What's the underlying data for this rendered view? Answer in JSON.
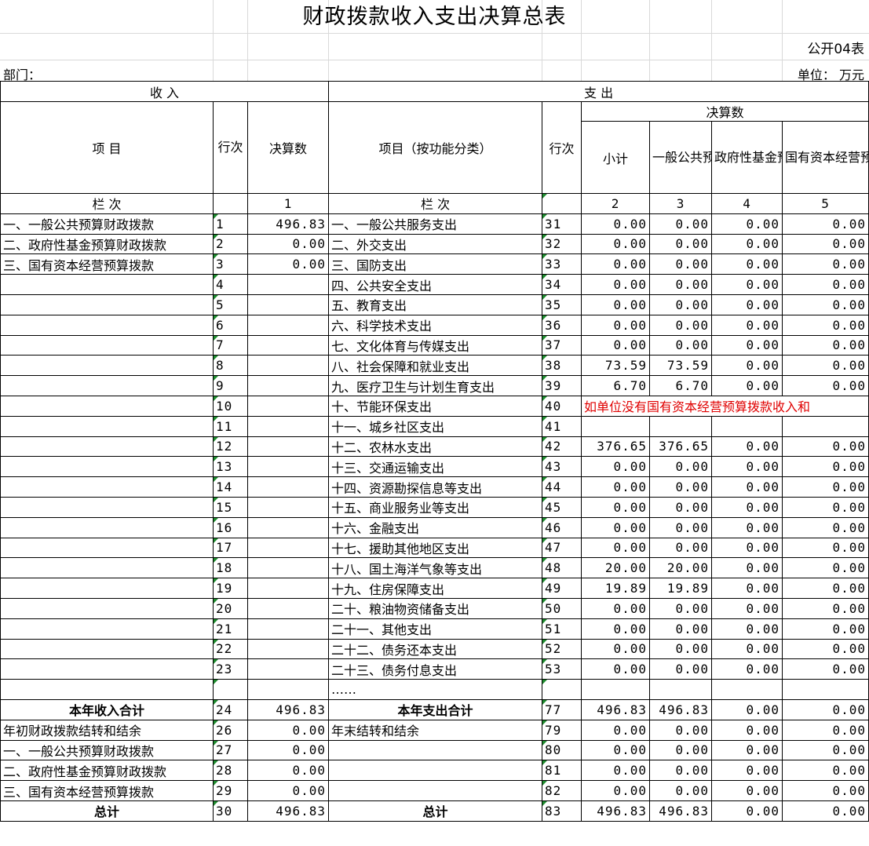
{
  "title": "财政拨款收入支出决算总表",
  "form_no": "公开04表",
  "dept_label": "部门：",
  "unit_label": "单位：  万元",
  "header": {
    "income": "收     入",
    "expense": "支     出",
    "item": "项     目",
    "row_no": "行次",
    "amount": "决算数",
    "item_func": "项目（按功能分类）",
    "row_no2": "行次",
    "budget": "决算数",
    "subtotal": "小计",
    "general": "一般公共预算财政拨款",
    "fund": "政府性基金预算财政拨款",
    "state": "国有资本经营预算拨款",
    "col_label": "栏     次",
    "col_label2": "栏     次",
    "c1": "1",
    "c2": "2",
    "c3": "3",
    "c4": "4",
    "c5": "5"
  },
  "rows": [
    {
      "inc": "一、一般公共预算财政拨款",
      "ino": "1",
      "iamt": "496.83",
      "exp": "一、一般公共服务支出",
      "eno": "31",
      "v2": "0.00",
      "v3": "0.00",
      "v4": "0.00",
      "v5": "0.00"
    },
    {
      "inc": "二、政府性基金预算财政拨款",
      "ino": "2",
      "iamt": "0.00",
      "exp": "二、外交支出",
      "eno": "32",
      "v2": "0.00",
      "v3": "0.00",
      "v4": "0.00",
      "v5": "0.00"
    },
    {
      "inc": "三、国有资本经营预算拨款",
      "ino": "3",
      "iamt": "0.00",
      "exp": "三、国防支出",
      "eno": "33",
      "v2": "0.00",
      "v3": "0.00",
      "v4": "0.00",
      "v5": "0.00"
    },
    {
      "inc": "",
      "ino": "4",
      "iamt": "",
      "exp": "四、公共安全支出",
      "eno": "34",
      "v2": "0.00",
      "v3": "0.00",
      "v4": "0.00",
      "v5": "0.00"
    },
    {
      "inc": "",
      "ino": "5",
      "iamt": "",
      "exp": "五、教育支出",
      "eno": "35",
      "v2": "0.00",
      "v3": "0.00",
      "v4": "0.00",
      "v5": "0.00"
    },
    {
      "inc": "",
      "ino": "6",
      "iamt": "",
      "exp": "六、科学技术支出",
      "eno": "36",
      "v2": "0.00",
      "v3": "0.00",
      "v4": "0.00",
      "v5": "0.00"
    },
    {
      "inc": "",
      "ino": "7",
      "iamt": "",
      "exp": "七、文化体育与传媒支出",
      "eno": "37",
      "v2": "0.00",
      "v3": "0.00",
      "v4": "0.00",
      "v5": "0.00"
    },
    {
      "inc": "",
      "ino": "8",
      "iamt": "",
      "exp": "八、社会保障和就业支出",
      "eno": "38",
      "v2": "73.59",
      "v3": "73.59",
      "v4": "0.00",
      "v5": "0.00"
    },
    {
      "inc": "",
      "ino": "9",
      "iamt": "",
      "exp": "九、医疗卫生与计划生育支出",
      "eno": "39",
      "v2": "6.70",
      "v3": "6.70",
      "v4": "0.00",
      "v5": "0.00"
    },
    {
      "inc": "",
      "ino": "10",
      "iamt": "",
      "exp": "十、节能环保支出",
      "eno": "40",
      "note": "如单位没有国有资本经营预算拨款收入和"
    },
    {
      "inc": "",
      "ino": "11",
      "iamt": "",
      "exp": "十一、城乡社区支出",
      "eno": "41",
      "v2": "",
      "v3": "",
      "v4": "",
      "v5": ""
    },
    {
      "inc": "",
      "ino": "12",
      "iamt": "",
      "exp": "十二、农林水支出",
      "eno": "42",
      "v2": "376.65",
      "v3": "376.65",
      "v4": "0.00",
      "v5": "0.00"
    },
    {
      "inc": "",
      "ino": "13",
      "iamt": "",
      "exp": "十三、交通运输支出",
      "eno": "43",
      "v2": "0.00",
      "v3": "0.00",
      "v4": "0.00",
      "v5": "0.00"
    },
    {
      "inc": "",
      "ino": "14",
      "iamt": "",
      "exp": "十四、资源勘探信息等支出",
      "eno": "44",
      "v2": "0.00",
      "v3": "0.00",
      "v4": "0.00",
      "v5": "0.00"
    },
    {
      "inc": "",
      "ino": "15",
      "iamt": "",
      "exp": "十五、商业服务业等支出",
      "eno": "45",
      "v2": "0.00",
      "v3": "0.00",
      "v4": "0.00",
      "v5": "0.00"
    },
    {
      "inc": "",
      "ino": "16",
      "iamt": "",
      "exp": "十六、金融支出",
      "eno": "46",
      "v2": "0.00",
      "v3": "0.00",
      "v4": "0.00",
      "v5": "0.00"
    },
    {
      "inc": "",
      "ino": "17",
      "iamt": "",
      "exp": "十七、援助其他地区支出",
      "eno": "47",
      "v2": "0.00",
      "v3": "0.00",
      "v4": "0.00",
      "v5": "0.00"
    },
    {
      "inc": "",
      "ino": "18",
      "iamt": "",
      "exp": "十八、国土海洋气象等支出",
      "eno": "48",
      "v2": "20.00",
      "v3": "20.00",
      "v4": "0.00",
      "v5": "0.00"
    },
    {
      "inc": "",
      "ino": "19",
      "iamt": "",
      "exp": "十九、住房保障支出",
      "eno": "49",
      "v2": "19.89",
      "v3": "19.89",
      "v4": "0.00",
      "v5": "0.00"
    },
    {
      "inc": "",
      "ino": "20",
      "iamt": "",
      "exp": "二十、粮油物资储备支出",
      "eno": "50",
      "v2": "0.00",
      "v3": "0.00",
      "v4": "0.00",
      "v5": "0.00"
    },
    {
      "inc": "",
      "ino": "21",
      "iamt": "",
      "exp": "二十一、其他支出",
      "eno": "51",
      "v2": "0.00",
      "v3": "0.00",
      "v4": "0.00",
      "v5": "0.00"
    },
    {
      "inc": "",
      "ino": "22",
      "iamt": "",
      "exp": "二十二、债务还本支出",
      "eno": "52",
      "v2": "0.00",
      "v3": "0.00",
      "v4": "0.00",
      "v5": "0.00"
    },
    {
      "inc": "",
      "ino": "23",
      "iamt": "",
      "exp": "二十三、债务付息支出",
      "eno": "53",
      "v2": "0.00",
      "v3": "0.00",
      "v4": "0.00",
      "v5": "0.00"
    },
    {
      "inc": "",
      "ino": "",
      "iamt": "",
      "exp": "……",
      "eno": "",
      "v2": "",
      "v3": "",
      "v4": "",
      "v5": ""
    },
    {
      "inc": "本年收入合计",
      "ino": "24",
      "iamt": "496.83",
      "exp": "本年支出合计",
      "eno": "77",
      "v2": "496.83",
      "v3": "496.83",
      "v4": "0.00",
      "v5": "0.00",
      "bold": true
    },
    {
      "inc": "年初财政拨款结转和结余",
      "ino": "26",
      "iamt": "0.00",
      "exp": "年末结转和结余",
      "eno": "79",
      "v2": "0.00",
      "v3": "0.00",
      "v4": "0.00",
      "v5": "0.00"
    },
    {
      "inc": "一、一般公共预算财政拨款",
      "ino": "27",
      "iamt": "0.00",
      "exp": "",
      "eno": "80",
      "v2": "0.00",
      "v3": "0.00",
      "v4": "0.00",
      "v5": "0.00"
    },
    {
      "inc": "二、政府性基金预算财政拨款",
      "ino": "28",
      "iamt": "0.00",
      "exp": "",
      "eno": "81",
      "v2": "0.00",
      "v3": "0.00",
      "v4": "0.00",
      "v5": "0.00"
    },
    {
      "inc": "三、国有资本经营预算拨款",
      "ino": "29",
      "iamt": "0.00",
      "exp": "",
      "eno": "82",
      "v2": "0.00",
      "v3": "0.00",
      "v4": "0.00",
      "v5": "0.00"
    },
    {
      "inc": "总计",
      "ino": "30",
      "iamt": "496.83",
      "exp": "总计",
      "eno": "83",
      "v2": "496.83",
      "v3": "496.83",
      "v4": "0.00",
      "v5": "0.00",
      "bold": true
    }
  ]
}
